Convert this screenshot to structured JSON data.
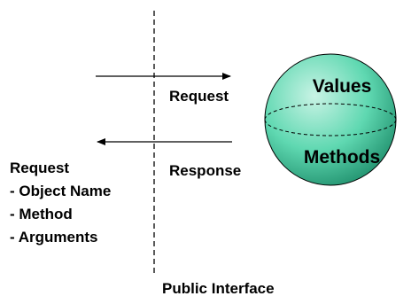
{
  "diagram": {
    "request_arrow_label": "Request",
    "response_arrow_label": "Response",
    "request_heading": "Request",
    "request_items": [
      "- Object Name",
      "- Method",
      "- Arguments"
    ],
    "boundary_label": "Public Interface",
    "object": {
      "top_label": "Values",
      "bottom_label": "Methods"
    }
  },
  "colors": {
    "sphere_highlight": "#c9f3e5",
    "sphere_mid": "#5fd8b1",
    "sphere_shadow": "#1f8f6c",
    "outline": "#000000",
    "arrow": "#000000",
    "boundary": "#000000"
  }
}
